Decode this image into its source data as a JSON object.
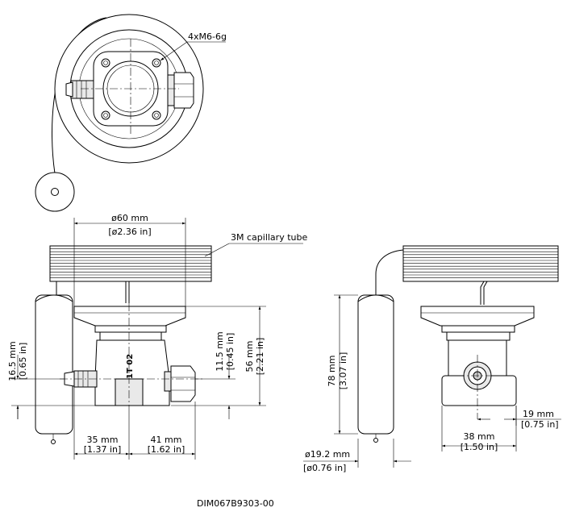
{
  "top_view": {
    "thread_label": "4xM6-6g"
  },
  "front_view": {
    "diameter": {
      "mm": "ø60 mm",
      "in": "[ø2.36 in]"
    },
    "capillary_label": "3M capillary tube",
    "dim_16_5": {
      "mm": "16.5 mm",
      "in": "[0.65 in]"
    },
    "dim_11_5": {
      "mm": "11.5 mm",
      "in": "[0.45 in]"
    },
    "dim_56": {
      "mm": "56 mm",
      "in": "[2.21 in]"
    },
    "dim_35": {
      "mm": "35 mm",
      "in": "[1.37 in]"
    },
    "dim_41": {
      "mm": "41 mm",
      "in": "[1.62 in]"
    },
    "body_marking": "1T 02"
  },
  "side_view": {
    "dim_78": {
      "mm": "78 mm",
      "in": "[3.07 in]"
    },
    "dim_19_2": {
      "mm": "ø19.2 mm",
      "in": "[ø0.76 in]"
    },
    "dim_38": {
      "mm": "38 mm",
      "in": "[1.50 in]"
    },
    "dim_19": {
      "mm": "19 mm",
      "in": "[0.75 in]"
    }
  },
  "drawing_code": "DIM067B9303-00"
}
